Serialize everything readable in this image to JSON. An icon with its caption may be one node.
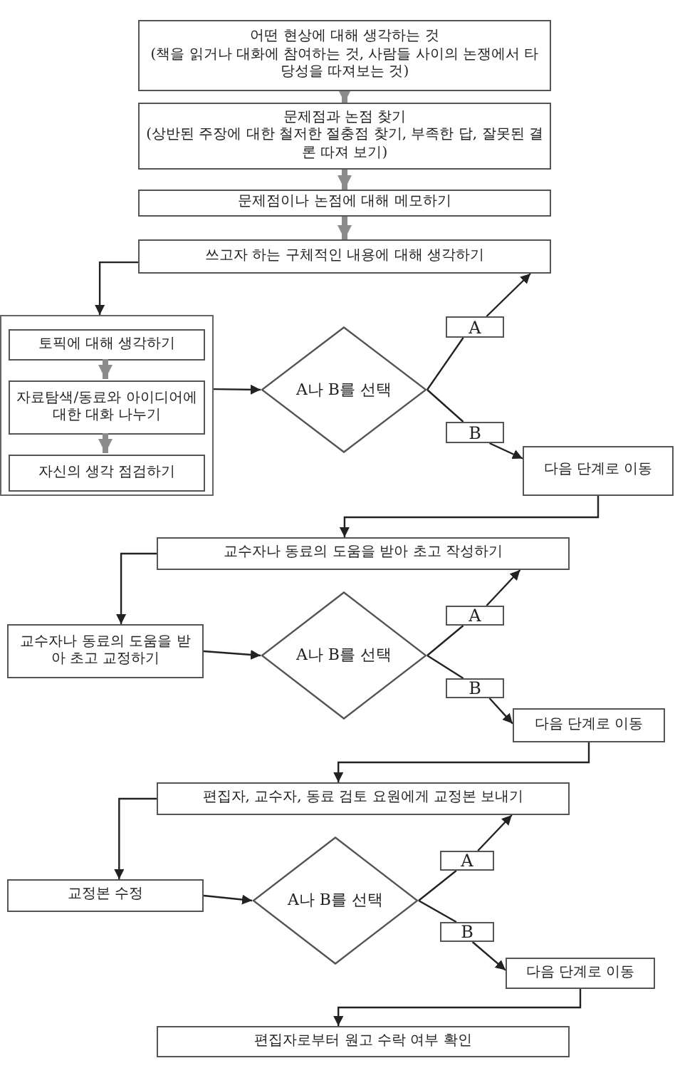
{
  "diagram": {
    "nodes": [
      {
        "text": [
          "어떤 현상에 대해 생각하는 것",
          "(책을 읽거나 대화에 참여하는 것, 사람들 사이의 논쟁에서 타당성을 따져보는 것)"
        ]
      },
      {
        "text": [
          "문제점과 논점 찾기",
          "(상반된 주장에 대한 철저한 절충점 찾기, 부족한 답, 잘못된 결론 따져 보기)"
        ]
      },
      {
        "text": [
          "문제점이나 논점에 대해 메모하기"
        ]
      },
      {
        "text": [
          "쓰고자 하는 구체적인 내용에 대해 생각하기"
        ]
      },
      {
        "text": [],
        "shape": "box"
      },
      {
        "text": [
          "토픽에 대해 생각하기"
        ],
        "in": 4
      },
      {
        "text": [
          "자료탐색/동료와 아이디어에 대한 대화 나누기"
        ],
        "in": 4
      },
      {
        "text": [
          "자신의 생각 점검하기"
        ],
        "in": 4
      },
      {
        "text": [
          "A나 B를 선택"
        ]
      },
      {
        "text": [
          "A"
        ]
      },
      {
        "text": [
          "B"
        ]
      },
      {
        "text": [
          "다음 단계로 이동"
        ]
      },
      {
        "text": [
          "교수자나 동료의 도움을 받아 초고 작성하기"
        ]
      },
      {
        "text": [
          "교수자나 동료의 도움을 받아 초고 교정하기"
        ]
      },
      {
        "text": [
          "A나 B를 선택"
        ]
      },
      {
        "text": [
          "A"
        ]
      },
      {
        "text": [
          "B"
        ]
      },
      {
        "text": [
          "다음 단계로 이동"
        ]
      },
      {
        "text": [
          "편집자, 교수자, 동료 검토 요원에게 교정본 보내기"
        ]
      },
      {
        "text": [
          "교정본 수정"
        ]
      },
      {
        "text": [
          "A나 B를 선택"
        ]
      },
      {
        "text": [
          "A"
        ]
      },
      {
        "text": [
          "B"
        ]
      },
      {
        "text": [
          "다음 단계로 이동"
        ]
      },
      {
        "text": [
          "편집자로부터 원고 수락 여부 확인"
        ]
      }
    ],
    "edges": [
      {
        "from": 0,
        "to": 1,
        "arrow": "to",
        "style": "thick",
        "color": "#8c8c8c"
      },
      {
        "from": 1,
        "to": 2,
        "arrow": "to",
        "style": "thick",
        "color": "#8c8c8c"
      },
      {
        "from": 2,
        "to": 3,
        "arrow": "to",
        "style": "thick",
        "color": "#8c8c8c"
      },
      {
        "from": 3,
        "to": 4,
        "arrow": "to"
      },
      {
        "from": 5,
        "to": 6,
        "arrow": "to",
        "style": "thick",
        "color": "#8c8c8c"
      },
      {
        "from": 6,
        "to": 7,
        "arrow": "to",
        "style": "thick",
        "color": "#8c8c8c"
      },
      {
        "from": 4,
        "to": 8,
        "arrow": "to"
      },
      {
        "from": 8,
        "to": 9,
        "arrow": "none"
      },
      {
        "from": 9,
        "to": 3,
        "arrow": "to"
      },
      {
        "from": 8,
        "to": 10,
        "arrow": "none"
      },
      {
        "from": 10,
        "to": 11,
        "arrow": "to"
      },
      {
        "from": 11,
        "to": 12,
        "arrow": "to"
      },
      {
        "from": 12,
        "to": 13,
        "arrow": "to"
      },
      {
        "from": 13,
        "to": 14,
        "arrow": "to"
      },
      {
        "from": 14,
        "to": 15,
        "arrow": "none"
      },
      {
        "from": 15,
        "to": 12,
        "arrow": "to"
      },
      {
        "from": 14,
        "to": 16,
        "arrow": "none"
      },
      {
        "from": 16,
        "to": 17,
        "arrow": "to"
      },
      {
        "from": 17,
        "to": 18,
        "arrow": "to"
      },
      {
        "from": 18,
        "to": 19,
        "arrow": "to"
      },
      {
        "from": 19,
        "to": 20,
        "arrow": "to"
      },
      {
        "from": 20,
        "to": 21,
        "arrow": "none"
      },
      {
        "from": 21,
        "to": 18,
        "arrow": "to"
      },
      {
        "from": 20,
        "to": 22,
        "arrow": "none"
      },
      {
        "from": 22,
        "to": 23,
        "arrow": "to"
      },
      {
        "from": 23,
        "to": 24,
        "arrow": "to"
      }
    ]
  }
}
